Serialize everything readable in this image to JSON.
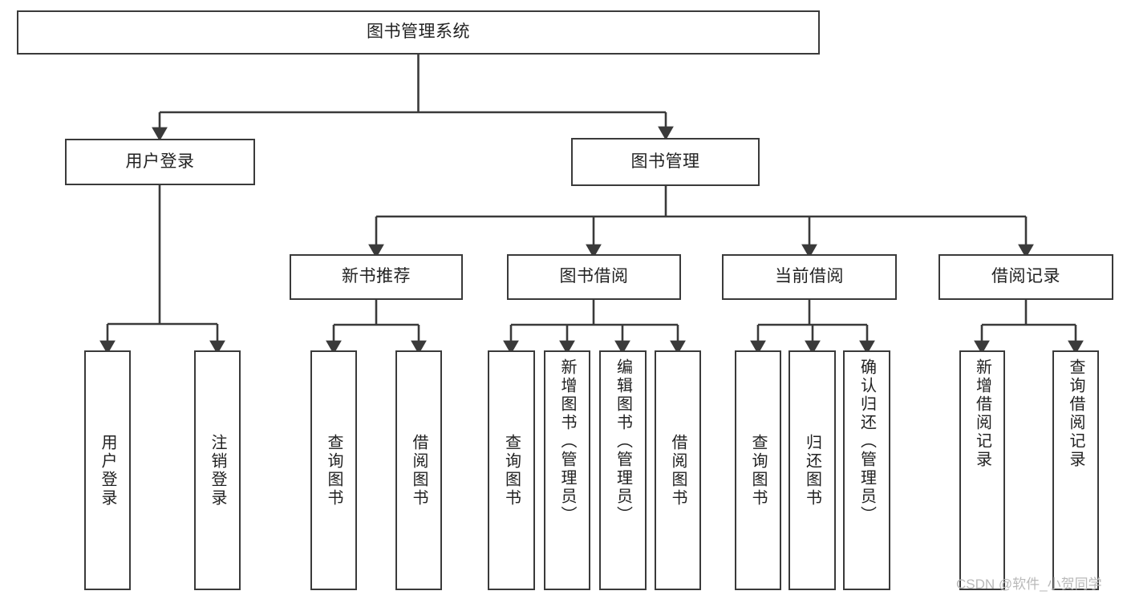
{
  "diagram": {
    "type": "hierarchy-tree",
    "title": "图书管理系统",
    "watermark": "CSDN @软件_小贺同学",
    "colors": {
      "box_border": "#3a3a3a",
      "box_fill": "#ffffff",
      "edge": "#3a3a3a",
      "text": "#222222",
      "watermark": "#b9b9b9"
    },
    "nodes": {
      "root": {
        "label": "图书管理系统"
      },
      "level2": [
        {
          "label": "用户登录"
        },
        {
          "label": "图书管理"
        }
      ],
      "level3": [
        {
          "label": "新书推荐"
        },
        {
          "label": "图书借阅"
        },
        {
          "label": "当前借阅"
        },
        {
          "label": "借阅记录"
        }
      ],
      "leaves": {
        "user_login": [
          {
            "label": "用户登录"
          },
          {
            "label": "注销登录"
          }
        ],
        "new_book_recommend": [
          {
            "label": "查询图书"
          },
          {
            "label": "借阅图书"
          }
        ],
        "book_borrow": [
          {
            "label": "查询图书"
          },
          {
            "label": "新增图书（管理员）"
          },
          {
            "label": "编辑图书（管理员）"
          },
          {
            "label": "借阅图书"
          }
        ],
        "current_borrow": [
          {
            "label": "查询图书"
          },
          {
            "label": "归还图书"
          },
          {
            "label": "确认归还（管理员）"
          }
        ],
        "borrow_record": [
          {
            "label": "新增借阅记录"
          },
          {
            "label": "查询借阅记录"
          }
        ]
      }
    }
  }
}
